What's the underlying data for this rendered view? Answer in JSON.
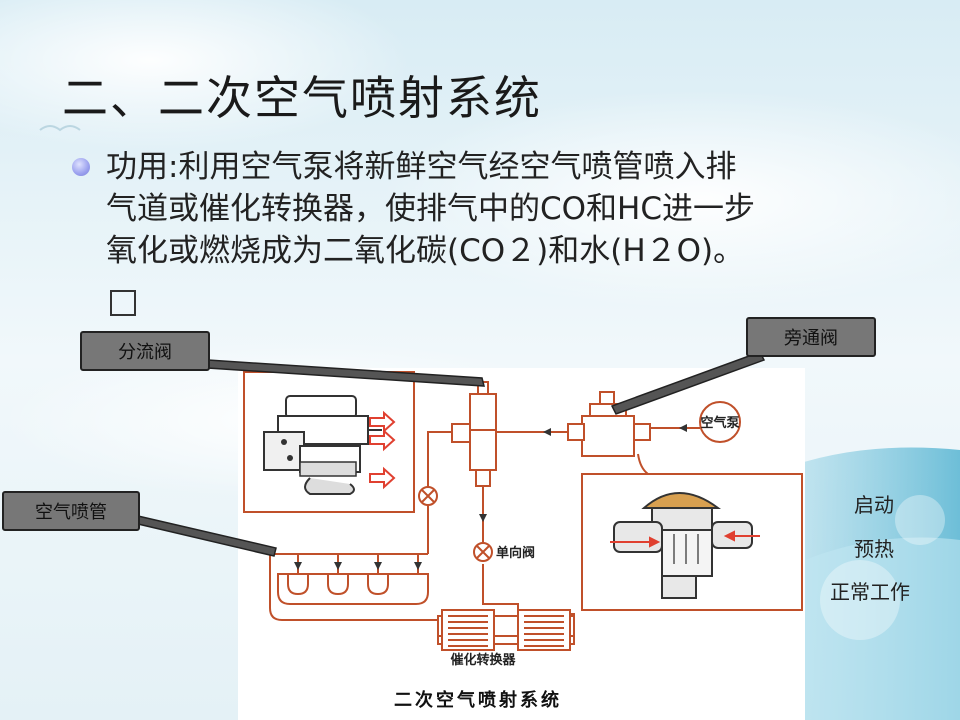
{
  "slide": {
    "title": "二、二次空气喷射系统",
    "bullet": {
      "line1": "功用:利用空气泵将新鲜空气经空气喷管喷入排",
      "line2": "气道或催化转换器，使排气中的CO和HC进一步",
      "line3": "氧化或燃烧成为二氧化碳(CO２)和水(H２O)。"
    }
  },
  "callouts": {
    "diverter_valve": "分流阀",
    "bypass_valve": "旁通阀",
    "air_nozzle": "空气喷管"
  },
  "diagram": {
    "air_pump": "空气泵",
    "check_valve": "单向阀",
    "catalytic_converter": "催化转换器",
    "caption": "二次空气喷射系统"
  },
  "stages": [
    "启动",
    "预热",
    "正常工作"
  ],
  "colors": {
    "pipe": "#c0502a",
    "arrow_red": "#e04030",
    "callout_bg": "#777777"
  }
}
